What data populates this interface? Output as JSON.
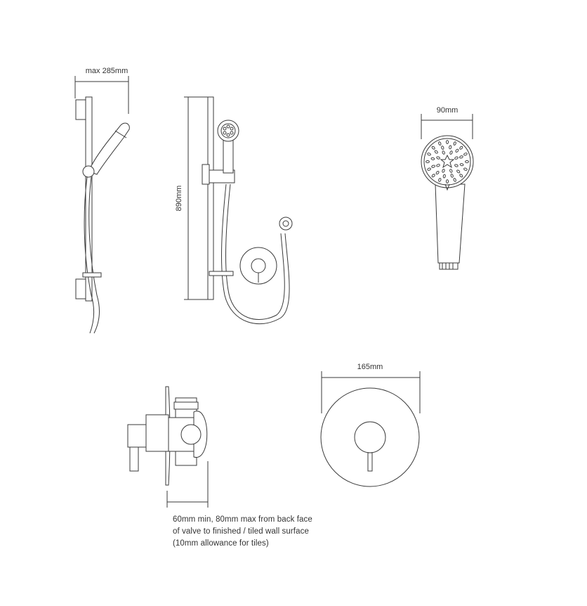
{
  "dimensions": {
    "rail_projection": "max 285mm",
    "rail_height": "890mm",
    "handset_width": "90mm",
    "wallplate_diameter": "165mm"
  },
  "note": {
    "line1": "60mm min, 80mm max from back face",
    "line2": "of valve to finished / tiled wall surface",
    "line3": "(10mm allowance for tiles)"
  }
}
